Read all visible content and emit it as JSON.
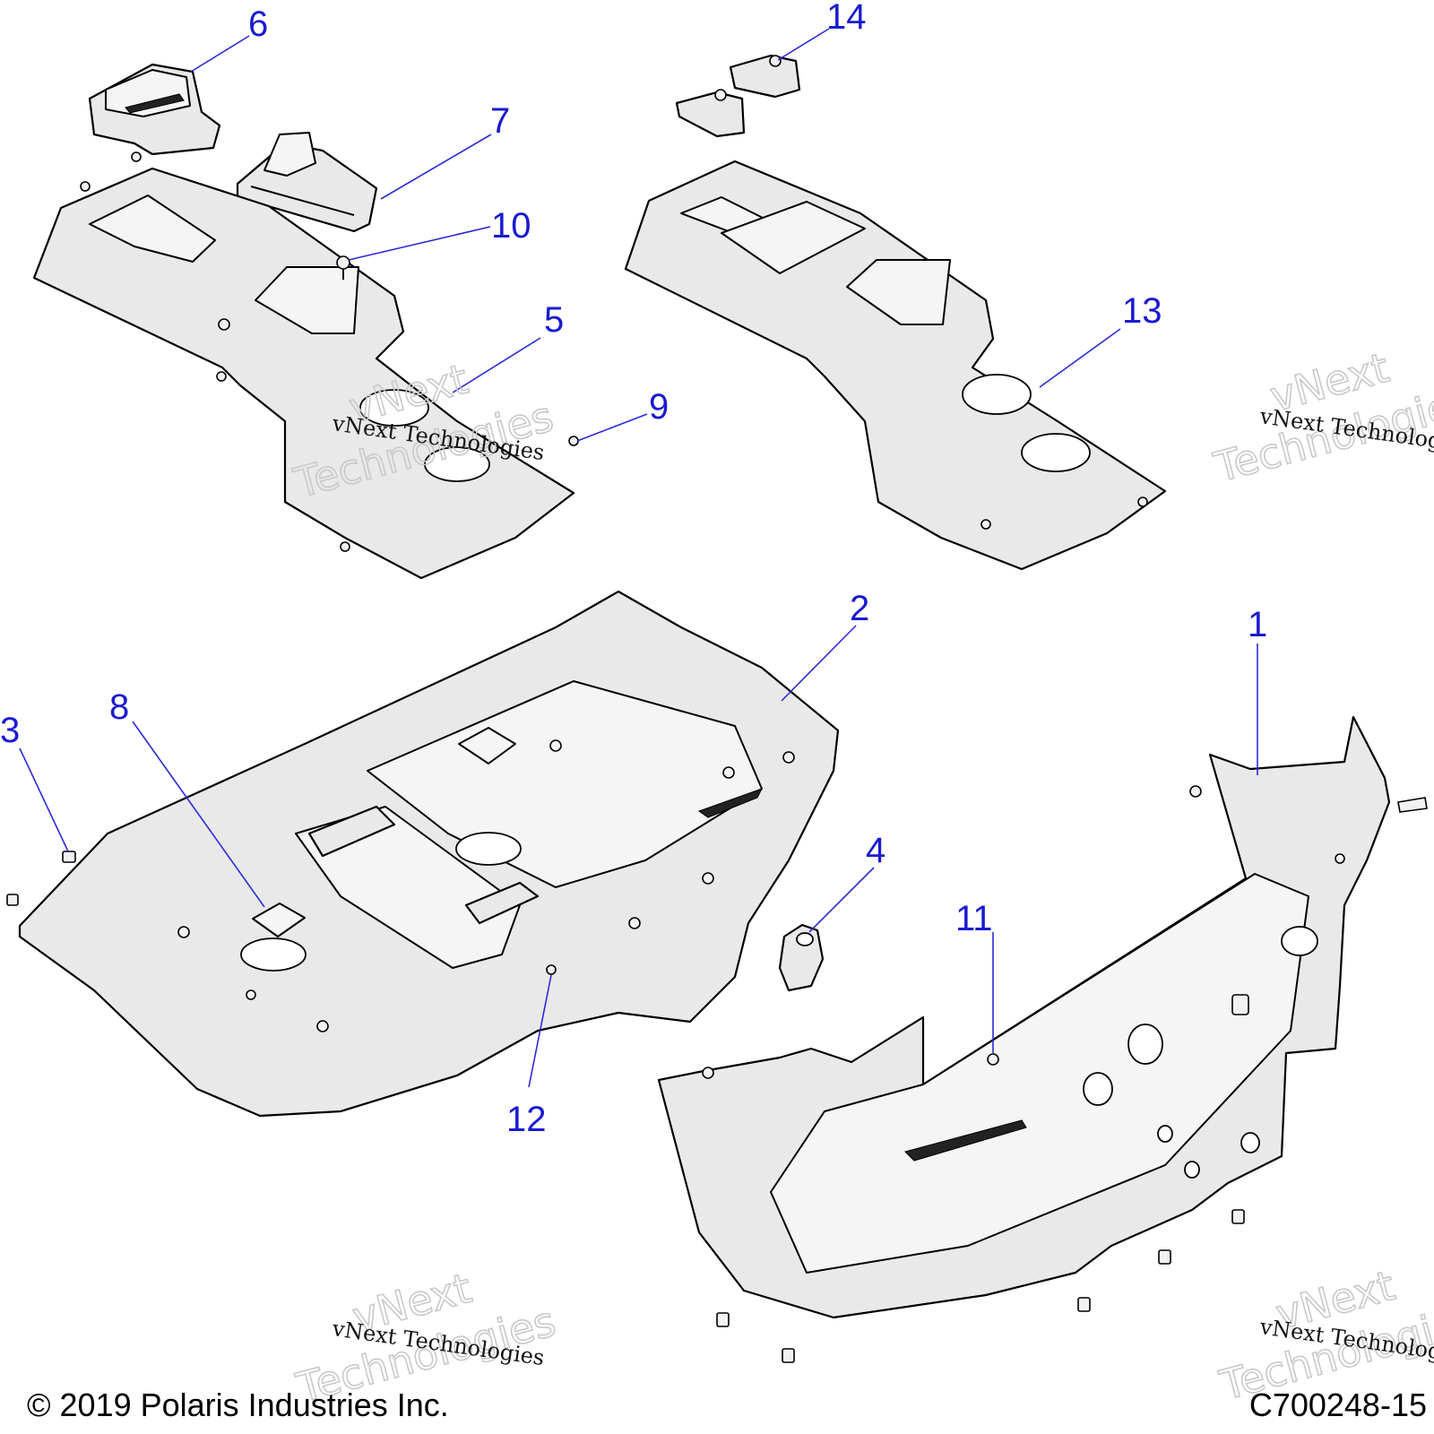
{
  "callouts": [
    {
      "id": "1",
      "label": "1"
    },
    {
      "id": "2",
      "label": "2"
    },
    {
      "id": "3",
      "label": "3"
    },
    {
      "id": "4",
      "label": "4"
    },
    {
      "id": "5",
      "label": "5"
    },
    {
      "id": "6",
      "label": "6"
    },
    {
      "id": "7",
      "label": "7"
    },
    {
      "id": "8",
      "label": "8"
    },
    {
      "id": "9",
      "label": "9"
    },
    {
      "id": "10",
      "label": "10"
    },
    {
      "id": "11",
      "label": "11"
    },
    {
      "id": "12",
      "label": "12"
    },
    {
      "id": "13",
      "label": "13"
    },
    {
      "id": "14",
      "label": "14"
    }
  ],
  "watermark": {
    "small_text": "vNext Technologies",
    "big_line1": "vNext",
    "big_line2": "Technologies"
  },
  "footer": {
    "copyright": "© 2019 Polaris Industries Inc.",
    "drawing_number": "C700248-15"
  },
  "colors": {
    "callout": "#1a1ad0",
    "leader": "#2b2bd9",
    "part_fill": "#e9e9e9"
  }
}
